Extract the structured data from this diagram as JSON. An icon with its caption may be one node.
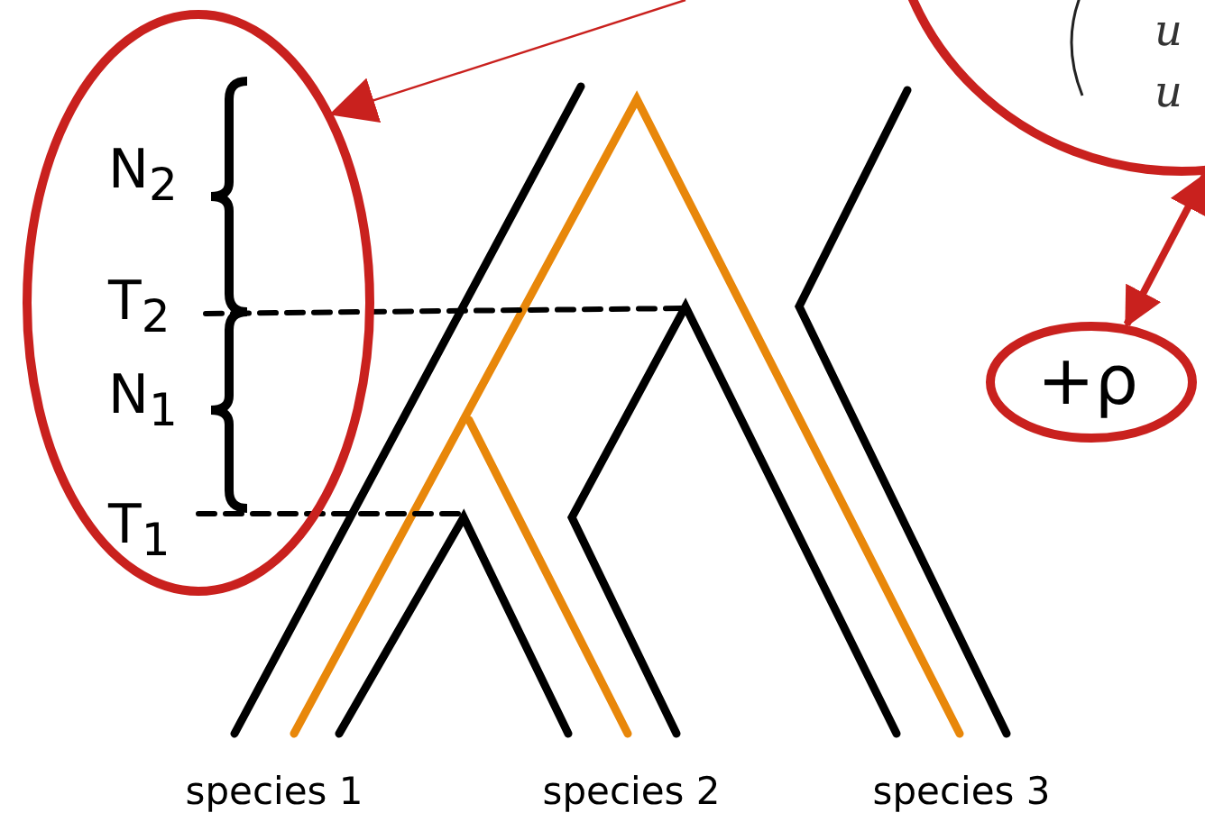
{
  "diagram": {
    "nodes": [
      {
        "text": [
          "N$_{2}$",
          "T$_{2}$",
          "N$_{1}$",
          "T$_{1}$"
        ]
      },
      {
        "text": [
          "u u"
        ]
      },
      {
        "text": [
          "+ρ"
        ]
      }
    ],
    "edges": [
      {
        "from": null,
        "to": 0,
        "arrow": "to"
      },
      {
        "from": 1,
        "to": 2,
        "arrow": "both",
        "style": "thick"
      }
    ],
    "labels": [
      "species 1",
      "species 2",
      "species 3"
    ]
  }
}
